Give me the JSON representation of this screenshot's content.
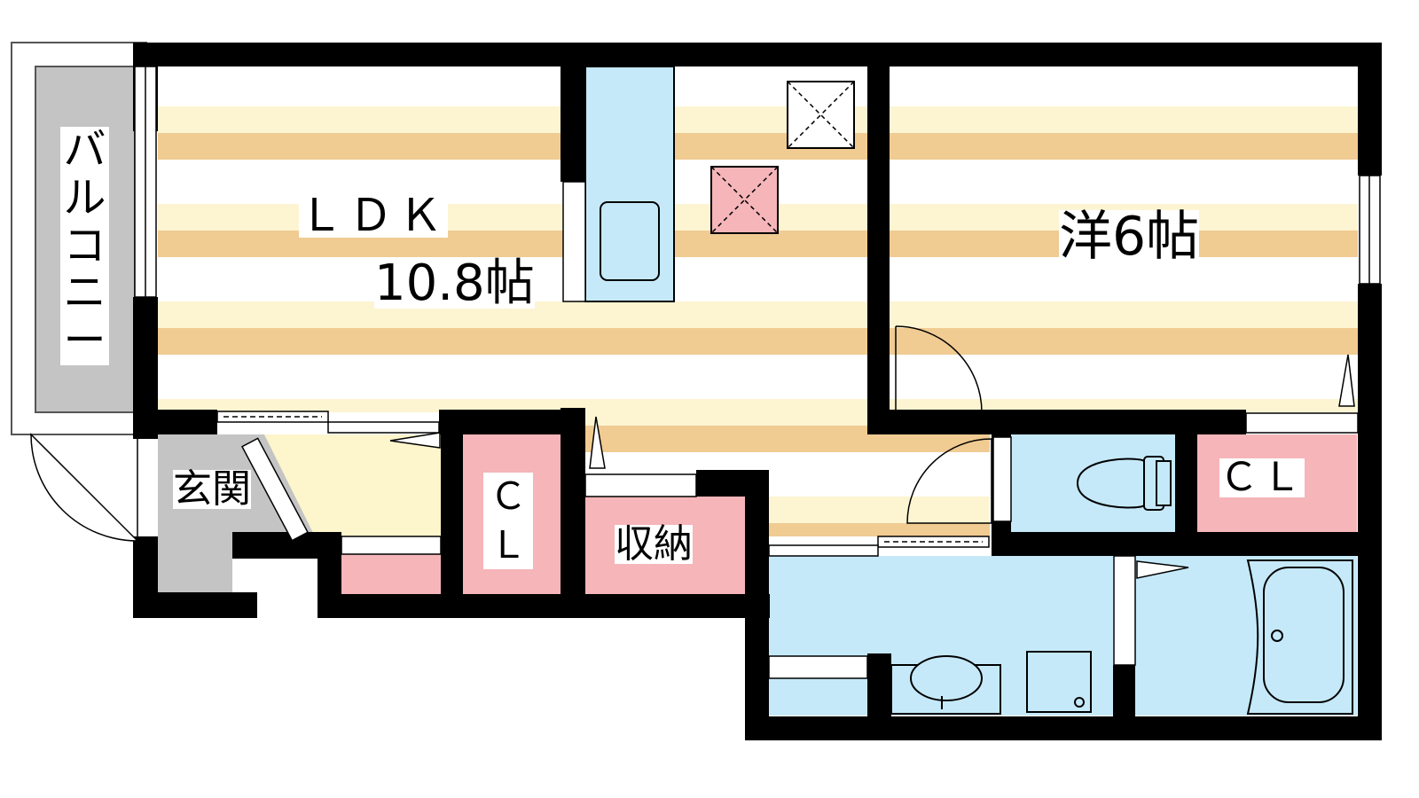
{
  "rooms": {
    "ldk": {
      "name": "ＬＤＫ",
      "size": "10.8帖"
    },
    "western": {
      "name": "洋6帖"
    },
    "balcony": {
      "name": "バルコニー"
    },
    "entrance": {
      "name": "玄関"
    },
    "closet_small": {
      "name": "ＣＬ"
    },
    "storage": {
      "name": "収納"
    },
    "closet_bedroom": {
      "name": "ＣＬ"
    }
  },
  "colors": {
    "wall": "#000000",
    "floor_stripe": "#f0cb92",
    "floor_light": "#fdf5d2",
    "wet_area": "#c5e9f9",
    "storage": "#f5b5b9",
    "entrance": "#c4c4c4",
    "hall": "#fdf5cc"
  }
}
